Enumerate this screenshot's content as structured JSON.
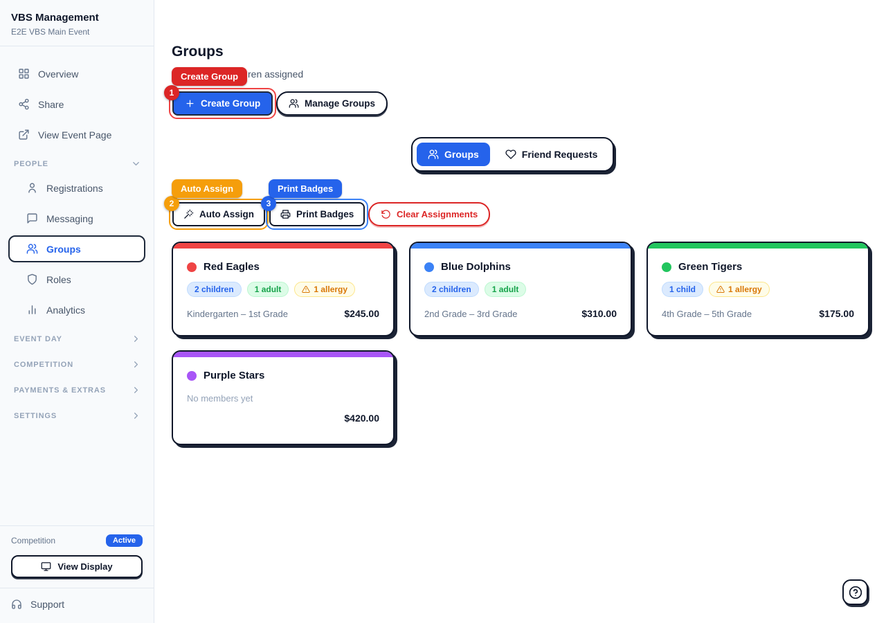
{
  "colors": {
    "accent": "#2563eb",
    "danger": "#dc2626",
    "warning": "#f59e0b",
    "dark": "#0f172a"
  },
  "sidebar": {
    "title": "VBS Management",
    "subtitle": "E2E VBS Main Event",
    "nav": [
      {
        "label": "Overview",
        "icon": "grid-icon"
      },
      {
        "label": "Share",
        "icon": "share-icon"
      },
      {
        "label": "View Event Page",
        "icon": "external-link-icon"
      }
    ],
    "people": {
      "header": "PEOPLE",
      "items": [
        {
          "label": "Registrations",
          "icon": "user-icon",
          "active": false
        },
        {
          "label": "Messaging",
          "icon": "chat-icon",
          "active": false
        },
        {
          "label": "Groups",
          "icon": "users-icon",
          "active": true
        },
        {
          "label": "Roles",
          "icon": "shield-icon",
          "active": false
        },
        {
          "label": "Analytics",
          "icon": "chart-icon",
          "active": false
        }
      ]
    },
    "sections": [
      {
        "label": "EVENT DAY"
      },
      {
        "label": "COMPETITION"
      },
      {
        "label": "PAYMENTS & EXTRAS"
      },
      {
        "label": "SETTINGS"
      }
    ],
    "footer": {
      "competition_label": "Competition",
      "status_badge": "Active",
      "view_display": "View Display",
      "support": "Support"
    }
  },
  "main": {
    "title": "Groups",
    "subtitle_visible": "ren assigned",
    "actions": {
      "create_group": "Create Group",
      "manage_groups": "Manage Groups",
      "auto_assign": "Auto Assign",
      "print_badges": "Print Badges",
      "clear_assignments": "Clear Assignments"
    },
    "tour": {
      "step1": {
        "number": "1",
        "label": "Create Group"
      },
      "step2": {
        "number": "2",
        "label": "Auto Assign"
      },
      "step3": {
        "number": "3",
        "label": "Print Badges"
      }
    },
    "tabs": [
      {
        "label": "Groups",
        "active": true
      },
      {
        "label": "Friend Requests",
        "active": false
      }
    ],
    "groups": [
      {
        "name": "Red Eagles",
        "color": "#ef4444",
        "badges": [
          {
            "label": "2 children",
            "type": "children"
          },
          {
            "label": "1 adult",
            "type": "adult"
          },
          {
            "label": "1 allergy",
            "type": "allergy"
          }
        ],
        "grades": "Kindergarten – 1st Grade",
        "price": "$245.00"
      },
      {
        "name": "Blue Dolphins",
        "color": "#3b82f6",
        "badges": [
          {
            "label": "2 children",
            "type": "children"
          },
          {
            "label": "1 adult",
            "type": "adult"
          }
        ],
        "grades": "2nd Grade – 3rd Grade",
        "price": "$310.00"
      },
      {
        "name": "Green Tigers",
        "color": "#22c55e",
        "badges": [
          {
            "label": "1 child",
            "type": "children"
          },
          {
            "label": "1 allergy",
            "type": "allergy"
          }
        ],
        "grades": "4th Grade – 5th Grade",
        "price": "$175.00"
      },
      {
        "name": "Purple Stars",
        "color": "#a855f7",
        "empty_text": "No members yet",
        "price": "$420.00"
      }
    ]
  }
}
